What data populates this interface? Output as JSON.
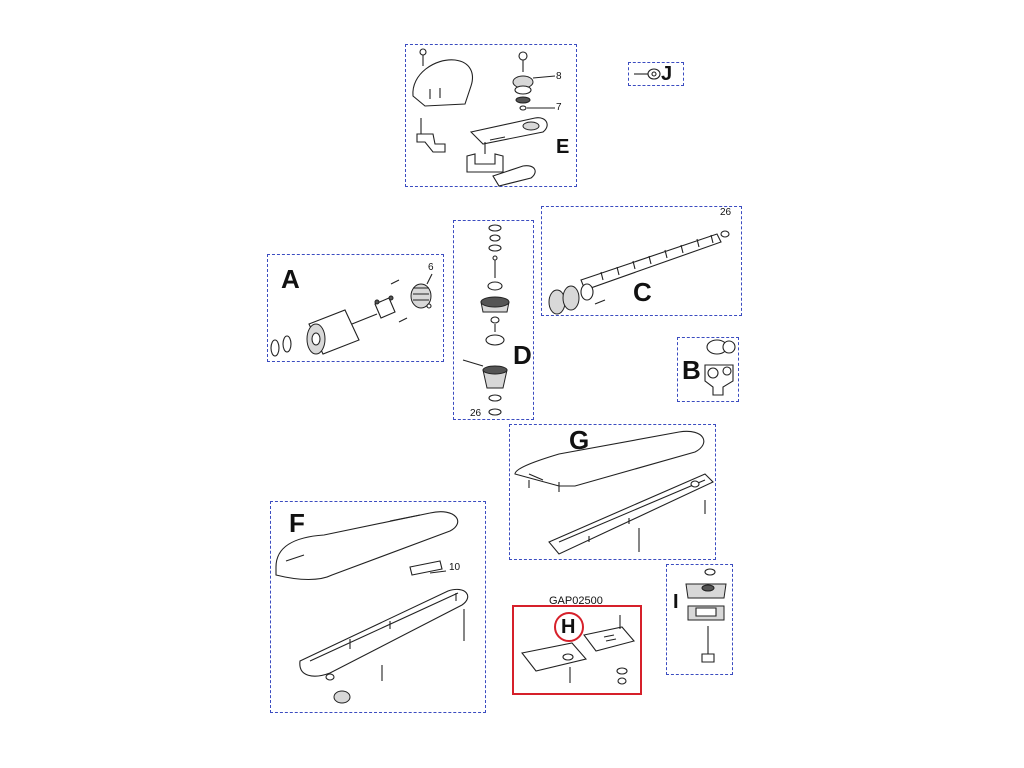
{
  "diagram": {
    "groups": [
      {
        "id": "E",
        "label": "E",
        "callouts": [
          "8",
          "7"
        ]
      },
      {
        "id": "J",
        "label": "J",
        "callouts": []
      },
      {
        "id": "A",
        "label": "A",
        "callouts": [
          "6"
        ]
      },
      {
        "id": "D",
        "label": "D",
        "callouts": [
          "26"
        ]
      },
      {
        "id": "C",
        "label": "C",
        "callouts": [
          "26"
        ]
      },
      {
        "id": "B",
        "label": "B",
        "callouts": []
      },
      {
        "id": "G",
        "label": "G",
        "callouts": []
      },
      {
        "id": "F",
        "label": "F",
        "callouts": [
          "10"
        ]
      },
      {
        "id": "H",
        "label": "H",
        "code": "GAP02500",
        "highlighted": true,
        "callouts": []
      },
      {
        "id": "I",
        "label": "I",
        "callouts": []
      }
    ],
    "colors": {
      "group_border": "#3b4cc0",
      "highlight_border": "#d6202a",
      "line_art": "#222222"
    }
  }
}
